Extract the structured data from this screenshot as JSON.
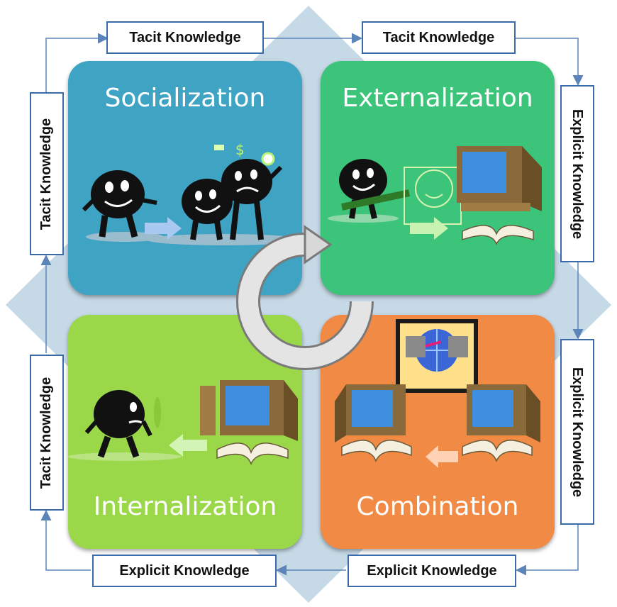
{
  "colors": {
    "socialization": "#3fa3c4",
    "externalization": "#3cc57a",
    "internalization": "#9ad84a",
    "combination": "#f08a45",
    "diamond": "#c6d9e6",
    "connector": "#5b84b8"
  },
  "quadrants": {
    "socialization": "Socialization",
    "externalization": "Externalization",
    "internalization": "Internalization",
    "combination": "Combination"
  },
  "labels": {
    "top_left": "Tacit Knowledge",
    "top_right": "Tacit Knowledge",
    "right_top": "Explicit Knowledge",
    "right_bottom": "Explicit Knowledge",
    "bottom_right": "Explicit Knowledge",
    "bottom_left": "Explicit Knowledge",
    "left_bottom": "Tacit Knowledge",
    "left_top": "Tacit Knowledge"
  }
}
